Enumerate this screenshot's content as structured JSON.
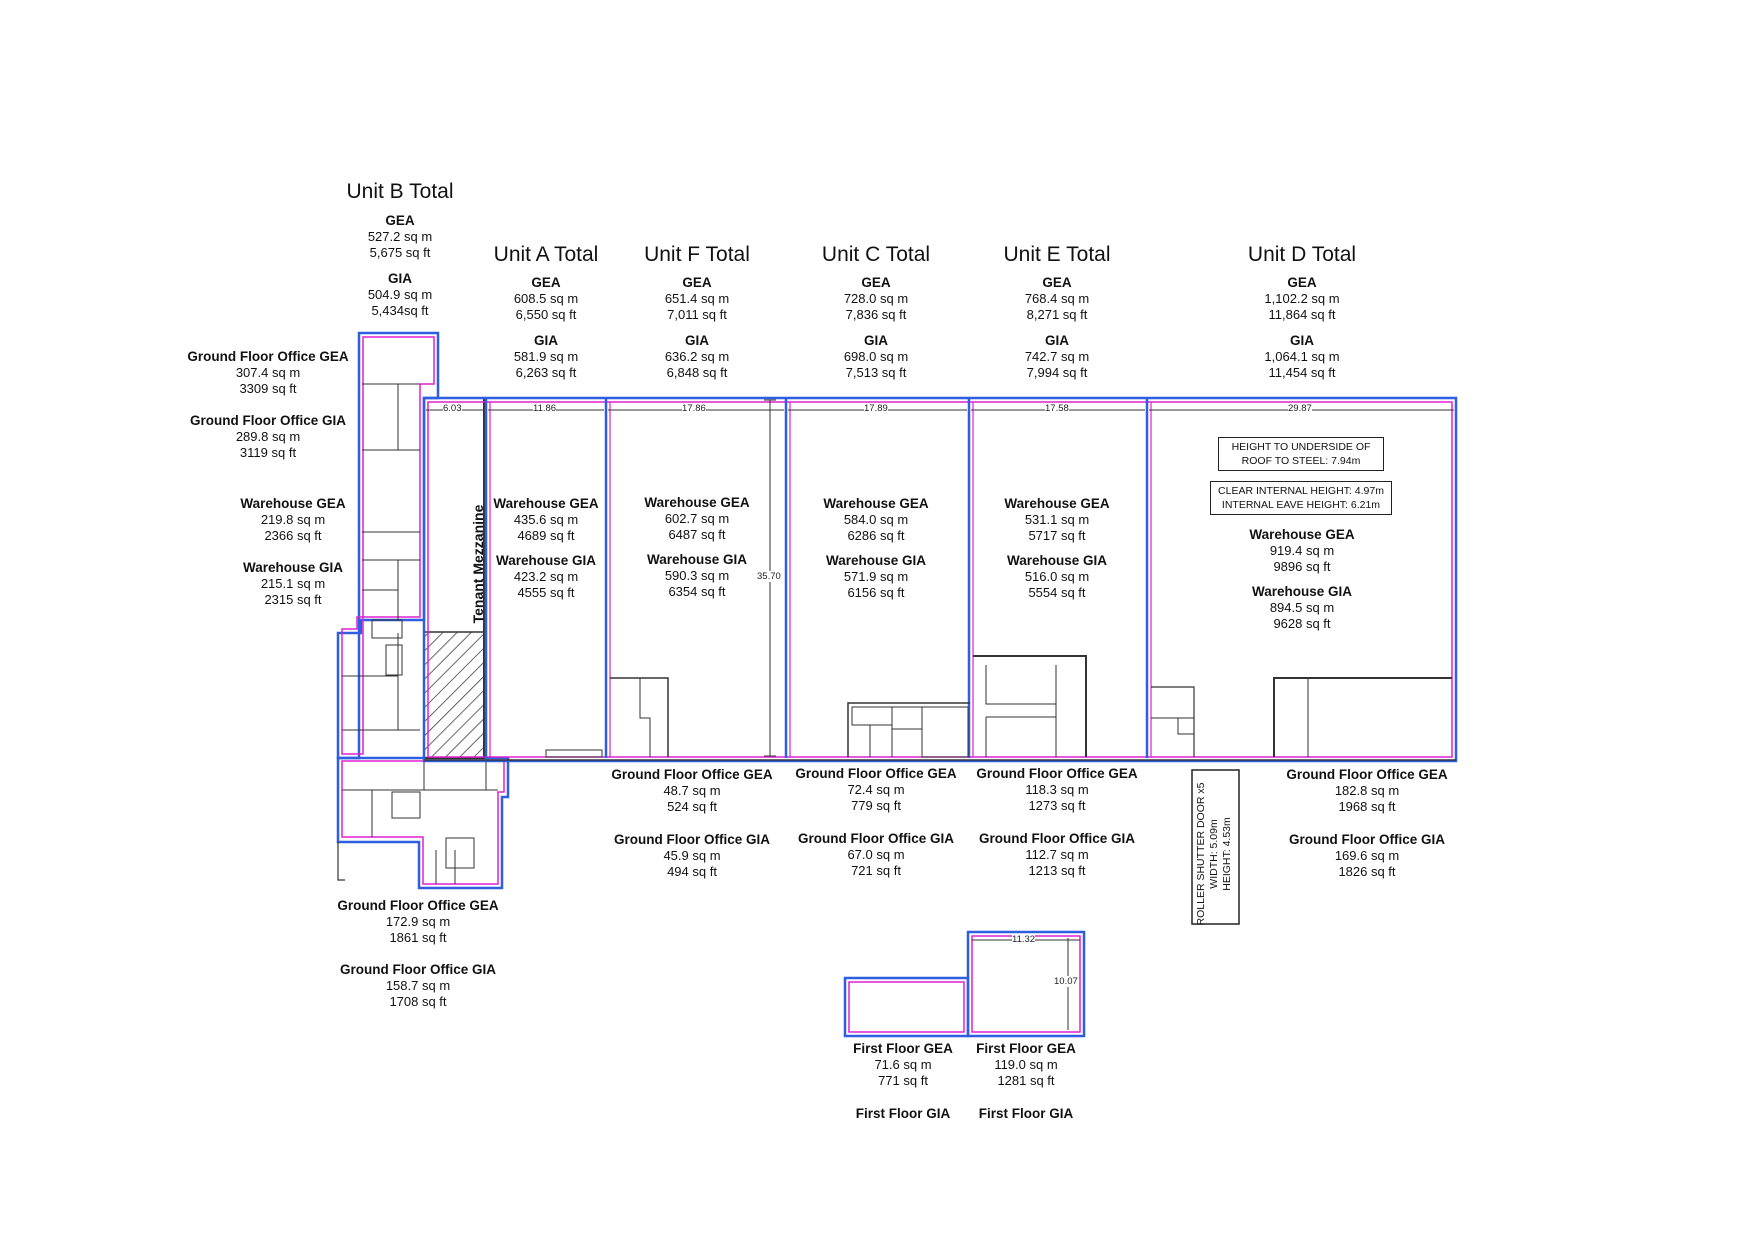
{
  "units": {
    "b": {
      "title": "Unit B Total",
      "gea_label": "GEA",
      "gea_sqm": "527.2 sq m",
      "gea_sqft": "5,675 sq ft",
      "gia_label": "GIA",
      "gia_sqm": "504.9 sq m",
      "gia_sqft": "5,434sq ft"
    },
    "a": {
      "title": "Unit A Total",
      "gea_label": "GEA",
      "gea_sqm": "608.5 sq m",
      "gea_sqft": "6,550 sq ft",
      "gia_label": "GIA",
      "gia_sqm": "581.9 sq m",
      "gia_sqft": "6,263 sq ft"
    },
    "f": {
      "title": "Unit F Total",
      "gea_label": "GEA",
      "gea_sqm": "651.4 sq m",
      "gea_sqft": "7,011 sq ft",
      "gia_label": "GIA",
      "gia_sqm": "636.2 sq m",
      "gia_sqft": "6,848 sq ft"
    },
    "c": {
      "title": "Unit C Total",
      "gea_label": "GEA",
      "gea_sqm": "728.0 sq m",
      "gea_sqft": "7,836 sq ft",
      "gia_label": "GIA",
      "gia_sqm": "698.0 sq m",
      "gia_sqft": "7,513 sq ft"
    },
    "e": {
      "title": "Unit E Total",
      "gea_label": "GEA",
      "gea_sqm": "768.4 sq m",
      "gea_sqft": "8,271 sq ft",
      "gia_label": "GIA",
      "gia_sqm": "742.7 sq m",
      "gia_sqft": "7,994 sq ft"
    },
    "d": {
      "title": "Unit D Total",
      "gea_label": "GEA",
      "gea_sqm": "1,102.2 sq m",
      "gea_sqft": "11,864 sq ft",
      "gia_label": "GIA",
      "gia_sqm": "1,064.1 sq m",
      "gia_sqft": "11,454 sq ft"
    }
  },
  "unit_b_left": {
    "gf_office_gea": {
      "label": "Ground Floor Office GEA",
      "sqm": "307.4 sq m",
      "sqft": "3309 sq ft"
    },
    "gf_office_gia": {
      "label": "Ground Floor Office GIA",
      "sqm": "289.8 sq m",
      "sqft": "3119 sq ft"
    },
    "wh_gea": {
      "label": "Warehouse GEA",
      "sqm": "219.8 sq m",
      "sqft": "2366 sq ft"
    },
    "wh_gia": {
      "label": "Warehouse GIA",
      "sqm": "215.1 sq m",
      "sqft": "2315 sq ft"
    }
  },
  "unit_b_bottom": {
    "gf_office_gea": {
      "label": "Ground Floor Office GEA",
      "sqm": "172.9 sq m",
      "sqft": "1861 sq ft"
    },
    "gf_office_gia": {
      "label": "Ground Floor Office GIA",
      "sqm": "158.7 sq m",
      "sqft": "1708 sq ft"
    }
  },
  "mezzanine_label": "Tenant Mezzanine",
  "warehouse": {
    "a": {
      "gea_label": "Warehouse GEA",
      "gea_sqm": "435.6 sq m",
      "gea_sqft": "4689 sq ft",
      "gia_label": "Warehouse GIA",
      "gia_sqm": "423.2 sq m",
      "gia_sqft": "4555 sq ft"
    },
    "f": {
      "gea_label": "Warehouse GEA",
      "gea_sqm": "602.7 sq m",
      "gea_sqft": "6487 sq ft",
      "gia_label": "Warehouse GIA",
      "gia_sqm": "590.3 sq m",
      "gia_sqft": "6354 sq ft"
    },
    "c": {
      "gea_label": "Warehouse GEA",
      "gea_sqm": "584.0 sq m",
      "gea_sqft": "6286 sq ft",
      "gia_label": "Warehouse GIA",
      "gia_sqm": "571.9 sq m",
      "gia_sqft": "6156 sq ft"
    },
    "e": {
      "gea_label": "Warehouse GEA",
      "gea_sqm": "531.1 sq m",
      "gea_sqft": "5717 sq ft",
      "gia_label": "Warehouse GIA",
      "gia_sqm": "516.0 sq m",
      "gia_sqft": "5554 sq ft"
    },
    "d": {
      "gea_label": "Warehouse GEA",
      "gea_sqm": "919.4 sq m",
      "gea_sqft": "9896 sq ft",
      "gia_label": "Warehouse GIA",
      "gia_sqm": "894.5 sq m",
      "gia_sqft": "9628 sq ft"
    }
  },
  "gf_office": {
    "f": {
      "gea_label": "Ground Floor Office GEA",
      "gea_sqm": "48.7 sq m",
      "gea_sqft": "524 sq ft",
      "gia_label": "Ground Floor Office GIA",
      "gia_sqm": "45.9 sq m",
      "gia_sqft": "494 sq ft"
    },
    "c": {
      "gea_label": "Ground Floor Office GEA",
      "gea_sqm": "72.4 sq m",
      "gea_sqft": "779 sq ft",
      "gia_label": "Ground Floor Office GIA",
      "gia_sqm": "67.0 sq m",
      "gia_sqft": "721 sq ft"
    },
    "e": {
      "gea_label": "Ground Floor Office GEA",
      "gea_sqm": "118.3 sq m",
      "gea_sqft": "1273 sq ft",
      "gia_label": "Ground Floor Office GIA",
      "gia_sqm": "112.7 sq m",
      "gia_sqft": "1213 sq ft"
    },
    "d": {
      "gea_label": "Ground Floor Office GEA",
      "gea_sqm": "182.8 sq m",
      "gea_sqft": "1968 sq ft",
      "gia_label": "Ground Floor Office GIA",
      "gia_sqm": "169.6 sq m",
      "gia_sqft": "1826 sq ft"
    }
  },
  "first_floor": {
    "c": {
      "gea_label": "First Floor GEA",
      "gea_sqm": "71.6 sq m",
      "gea_sqft": "771 sq ft",
      "gia_label": "First Floor GIA"
    },
    "e": {
      "gea_label": "First Floor GEA",
      "gea_sqm": "119.0 sq m",
      "gea_sqft": "1281 sq ft",
      "gia_label": "First Floor GIA"
    }
  },
  "notes": {
    "height_line1": "HEIGHT TO UNDERSIDE OF",
    "height_line2": "ROOF TO STEEL: 7.94m",
    "clear_line1": "CLEAR INTERNAL HEIGHT: 4.97m",
    "clear_line2": "INTERNAL EAVE HEIGHT: 6.21m",
    "shutter_line1": "ROLLER SHUTTER DOOR x5",
    "shutter_line2": "WIDTH: 5.09m",
    "shutter_line3": "HEIGHT: 4.53m"
  },
  "dimensions": {
    "mezz_width": "6.03",
    "unit_a_width": "11.86",
    "unit_f_width": "17.86",
    "unit_c_width": "17.89",
    "unit_e_width": "17.58",
    "unit_d_width": "29.87",
    "building_depth": "35.70",
    "ff_width": "11.32",
    "ff_depth": "10.07"
  },
  "colors": {
    "gea_outline": "#2f5fe0",
    "gia_outline": "#e020d0",
    "wall": "#333333"
  }
}
